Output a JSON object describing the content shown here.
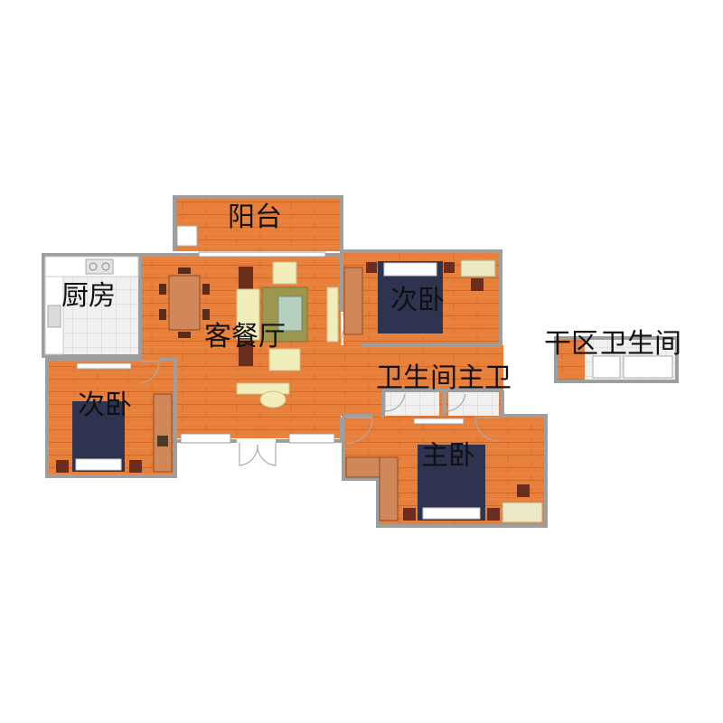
{
  "rooms": {
    "balcony": "阳台",
    "kitchen": "厨房",
    "living_dining": "客餐厅",
    "bedroom_ne": "次卧",
    "bedroom_w": "次卧",
    "bathroom": "卫生间",
    "master_bath": "主卫",
    "master_bedroom": "主卧",
    "dry_area": "干区",
    "toilet": "卫生间"
  },
  "colors": {
    "wood_floor": "#e8803c",
    "wood_grain": "#d46a28",
    "wall": "#9e9e9e",
    "tile": "#eeeeee",
    "bed": "#2e3350",
    "sofa": "#f2eebc",
    "rug": "#9c9650",
    "furniture_dark": "#6b2e1e"
  }
}
